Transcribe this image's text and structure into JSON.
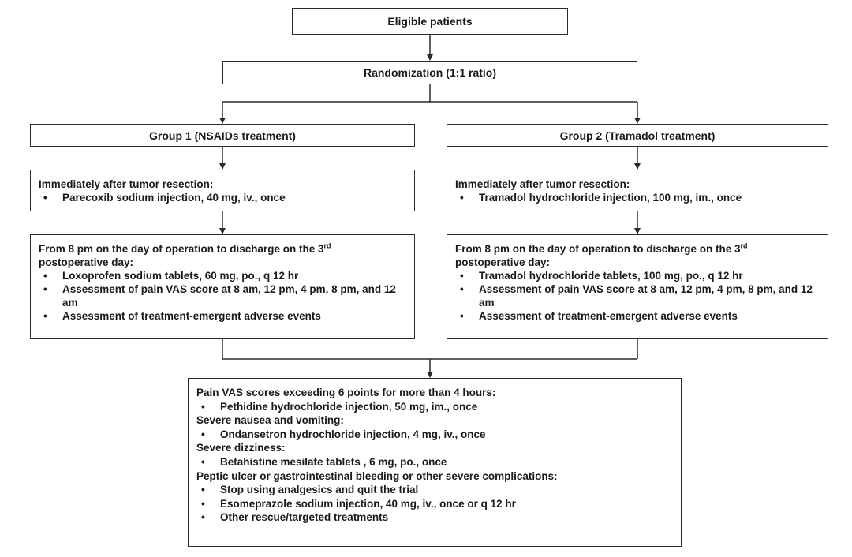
{
  "eligible": "Eligible patients",
  "randomization": "Randomization (1:1 ratio)",
  "group1": {
    "title": "Group 1 (NSAIDs treatment)",
    "immediate_heading": "Immediately after tumor resection:",
    "immediate_item": "Parecoxib sodium injection, 40 mg, iv., once",
    "followup_heading_pre": "From 8 pm on the day of operation to discharge on the 3",
    "followup_heading_sup": "rd",
    "followup_heading_post": "postoperative day:",
    "items": [
      "Loxoprofen sodium tablets, 60 mg, po., q 12 hr",
      "Assessment of pain VAS score at 8 am, 12 pm, 4 pm, 8 pm, and 12 am",
      "Assessment of treatment-emergent adverse events"
    ]
  },
  "group2": {
    "title": "Group 2 (Tramadol treatment)",
    "immediate_heading": "Immediately after tumor resection:",
    "immediate_item": "Tramadol hydrochloride injection, 100 mg, im., once",
    "followup_heading_pre": "From 8 pm on the day of operation to discharge on the 3",
    "followup_heading_sup": "rd",
    "followup_heading_post": "postoperative day:",
    "items": [
      "Tramadol hydrochloride tablets, 100 mg, po., q 12 hr",
      "Assessment of pain VAS score at 8 am, 12 pm, 4 pm, 8 pm, and 12 am",
      "Assessment of treatment-emergent adverse events"
    ]
  },
  "rescue": {
    "sections": [
      {
        "heading": "Pain VAS scores exceeding 6 points for more than 4 hours:",
        "items": [
          "Pethidine hydrochloride injection, 50 mg, im., once"
        ]
      },
      {
        "heading": "Severe nausea and vomiting:",
        "items": [
          "Ondansetron hydrochloride injection, 4 mg, iv., once"
        ]
      },
      {
        "heading": "Severe dizziness:",
        "items": [
          "Betahistine mesilate tablets , 6 mg, po., once"
        ]
      },
      {
        "heading": "Peptic ulcer or gastrointestinal bleeding or other severe complications:",
        "items": [
          "Stop using analgesics and quit the trial",
          "Esomeprazole sodium injection, 40 mg, iv., once or q 12 hr",
          "Other rescue/targeted treatments"
        ]
      }
    ]
  },
  "bullet_char": "•"
}
